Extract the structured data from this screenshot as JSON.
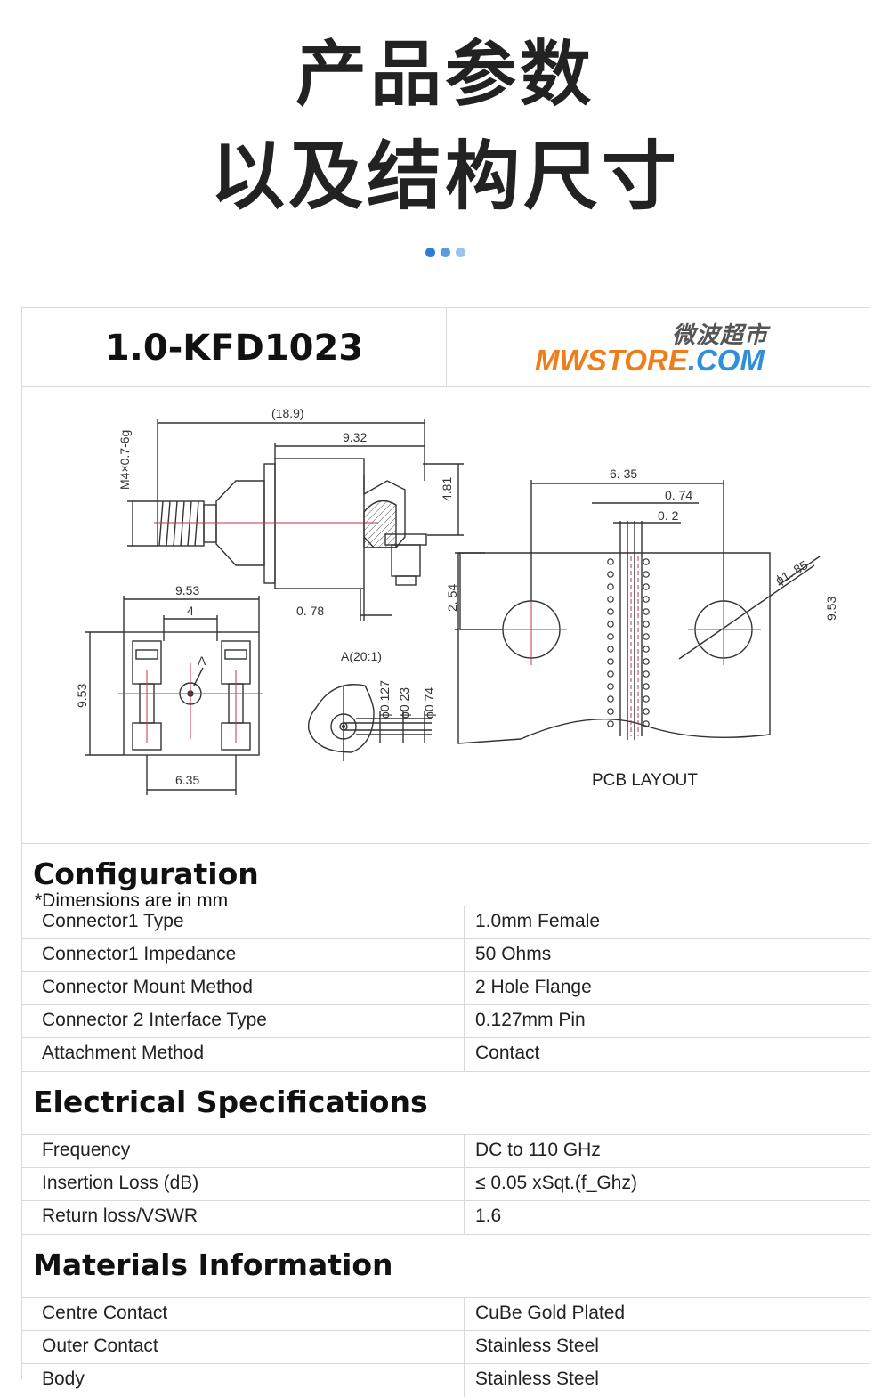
{
  "hero": {
    "line1": "产品参数",
    "line2": "以及结构尺寸",
    "dot_colors": [
      "#2e7bd6",
      "#5b9be0",
      "#9cc3ee"
    ]
  },
  "header": {
    "model": "1.0-KFD1023",
    "logo_cn": "微波超市",
    "logo_en_part1": "MWSTORE",
    "logo_en_part2": ".COM",
    "logo_color_orange": "#ef7d1a",
    "logo_color_blue": "#2f8fd8"
  },
  "drawing": {
    "labels": {
      "dim_189": "(18.9)",
      "dim_932": "9.32",
      "dim_thread": "M4×0.7-6g",
      "dim_481": "4.81",
      "dim_078": "0. 78",
      "dim_953_top": "9.53",
      "dim_4": "4",
      "dim_953_side": "9.53",
      "dim_635_bottom": "6.35",
      "marker_a": "A",
      "detail_title": "A(20:1)",
      "dim_phi0127": "ϕ0.127",
      "dim_phi023": "ϕ0.23",
      "dim_phi074": "ϕ0.74",
      "pcb_635": "6. 35",
      "pcb_074": "0. 74",
      "pcb_02": "0. 2",
      "pcb_254": "2. 54",
      "pcb_phi185": "ϕ1. 85",
      "pcb_953": "9.53",
      "pcb_caption": "PCB LAYOUT"
    },
    "note": "*Dimensions are in mm"
  },
  "sections": [
    {
      "title": "Configuration",
      "rows": [
        {
          "label": "Connector1 Type",
          "value": "1.0mm Female"
        },
        {
          "label": "Connector1 Impedance",
          "value": "50 Ohms"
        },
        {
          "label": "Connector Mount Method",
          "value": "2 Hole Flange"
        },
        {
          "label": "Connector 2 Interface Type",
          "value": "0.127mm Pin"
        },
        {
          "label": "Attachment Method",
          "value": "Contact"
        }
      ]
    },
    {
      "title": "Electrical Specifications",
      "rows": [
        {
          "label": "Frequency",
          "value": "DC to 110 GHz"
        },
        {
          "label": "Insertion Loss (dB)",
          "value": "≤ 0.05 xSqt.(f_Ghz)"
        },
        {
          "label": "Return loss/VSWR",
          "value": "1.6"
        }
      ]
    },
    {
      "title": "Materials Information",
      "rows": [
        {
          "label": "Centre Contact",
          "value": "CuBe Gold Plated"
        },
        {
          "label": "Outer Contact",
          "value": "Stainless Steel"
        },
        {
          "label": "Body",
          "value": "Stainless Steel"
        }
      ]
    }
  ]
}
